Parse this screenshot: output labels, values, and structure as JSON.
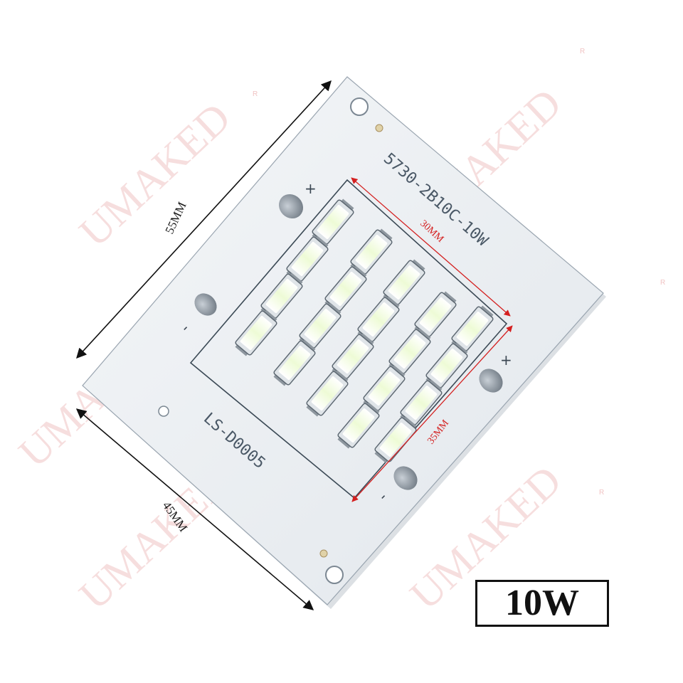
{
  "watermark": {
    "brand": "UMAKED",
    "mark": "R"
  },
  "dimensions": {
    "board_long": "55MM",
    "board_short": "45MM",
    "led_area_width": "30MM",
    "led_area_height": "35MM"
  },
  "board": {
    "model_text": "5730-2B10C-10W",
    "part_code": "LS-D0005",
    "plus_sign": "+",
    "minus_sign": "-"
  },
  "power": {
    "label": "10W"
  },
  "colors": {
    "dimension_red": "#d42020",
    "watermark": "#f0c4c4",
    "pcb_white": "#eef1f4"
  }
}
